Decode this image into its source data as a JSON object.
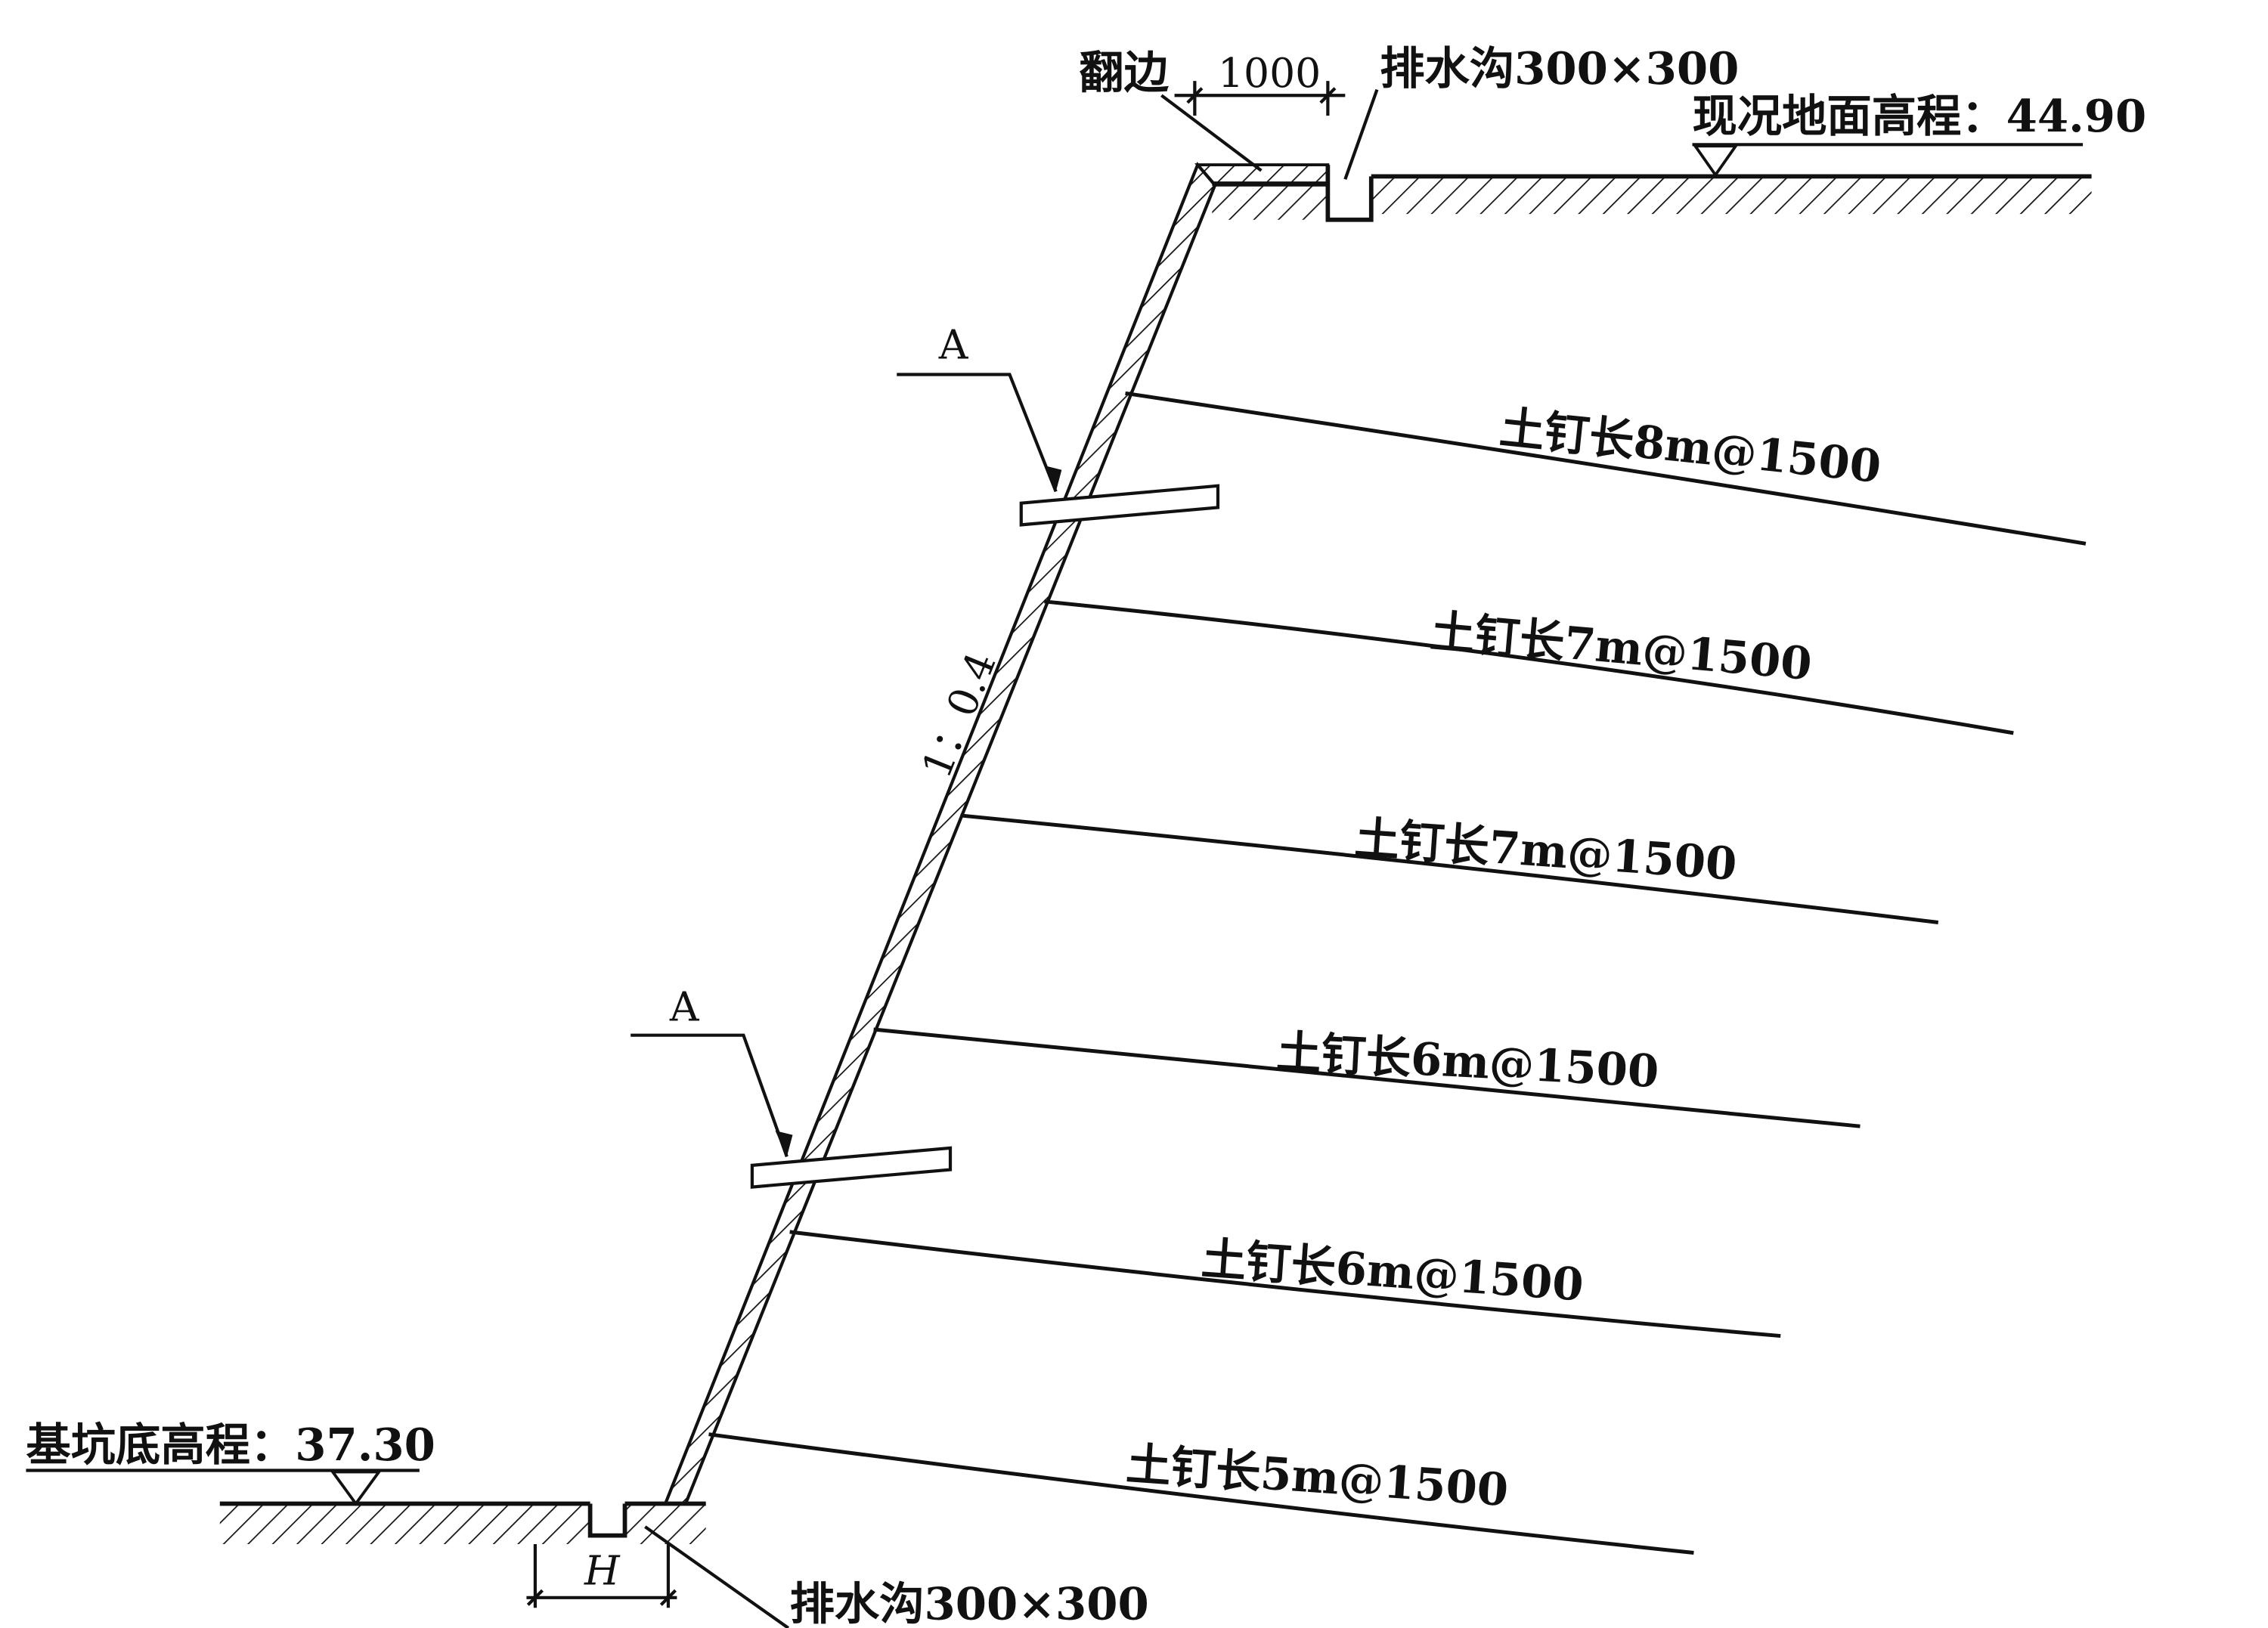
{
  "top": {
    "turnover_label": "翻边",
    "turnover_width": "1000",
    "drain_label": "排水沟300×300",
    "ground_elevation_label": "现况地面高程：44.90"
  },
  "slope": {
    "ratio_label": "1：0.4"
  },
  "section_marks": [
    "A",
    "A"
  ],
  "nails": [
    {
      "label": "土钉长8m@1500"
    },
    {
      "label": "土钉长7m@1500"
    },
    {
      "label": "土钉长7m@1500"
    },
    {
      "label": "土钉长6m@1500"
    },
    {
      "label": "土钉长6m@1500"
    },
    {
      "label": "土钉长5m@1500"
    }
  ],
  "bottom": {
    "pit_elevation_label": "基坑底高程：37.30",
    "dimension_label": "H",
    "drain_label": "排水沟300×300"
  }
}
